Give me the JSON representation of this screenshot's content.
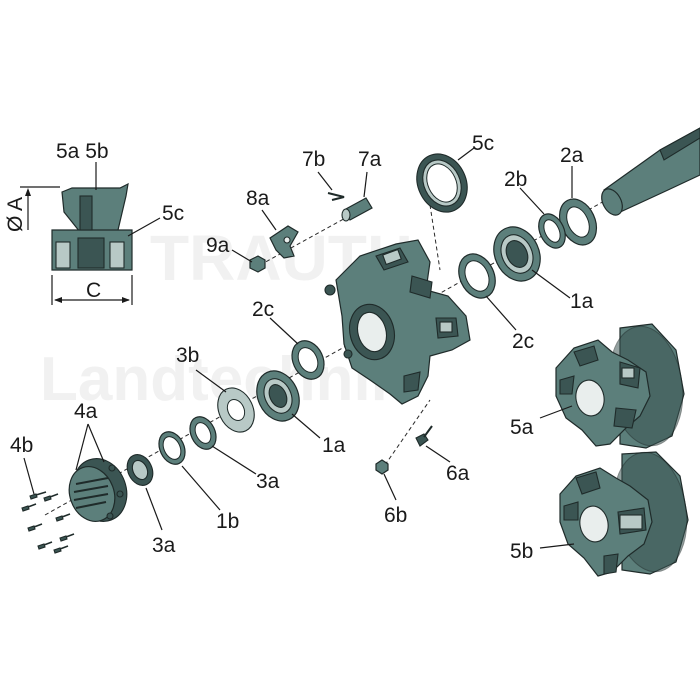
{
  "watermark": {
    "line1": "TRAUTH",
    "line2": "Landtechnik"
  },
  "labels": {
    "p5a5b": "5a 5b",
    "pA": "Ø A",
    "pC": "C",
    "p5c_small": "5c",
    "p7b": "7b",
    "p7a": "7a",
    "p8a": "8a",
    "p9a": "9a",
    "p5c": "5c",
    "p2b": "2b",
    "p2a": "2a",
    "p2c_left": "2c",
    "p2c_right": "2c",
    "p1a_right": "1a",
    "p1a_left": "1a",
    "p3b": "3b",
    "p4a": "4a",
    "p4b": "4b",
    "p3a_mid": "3a",
    "p3a_low": "3a",
    "p1b": "1b",
    "p6a": "6a",
    "p6b": "6b",
    "p5a": "5a",
    "p5b": "5b"
  },
  "colors": {
    "part": "#5c7f7b",
    "part_dark": "#3b5553",
    "part_light": "#b8c9c6",
    "line": "#1a1a1a"
  }
}
